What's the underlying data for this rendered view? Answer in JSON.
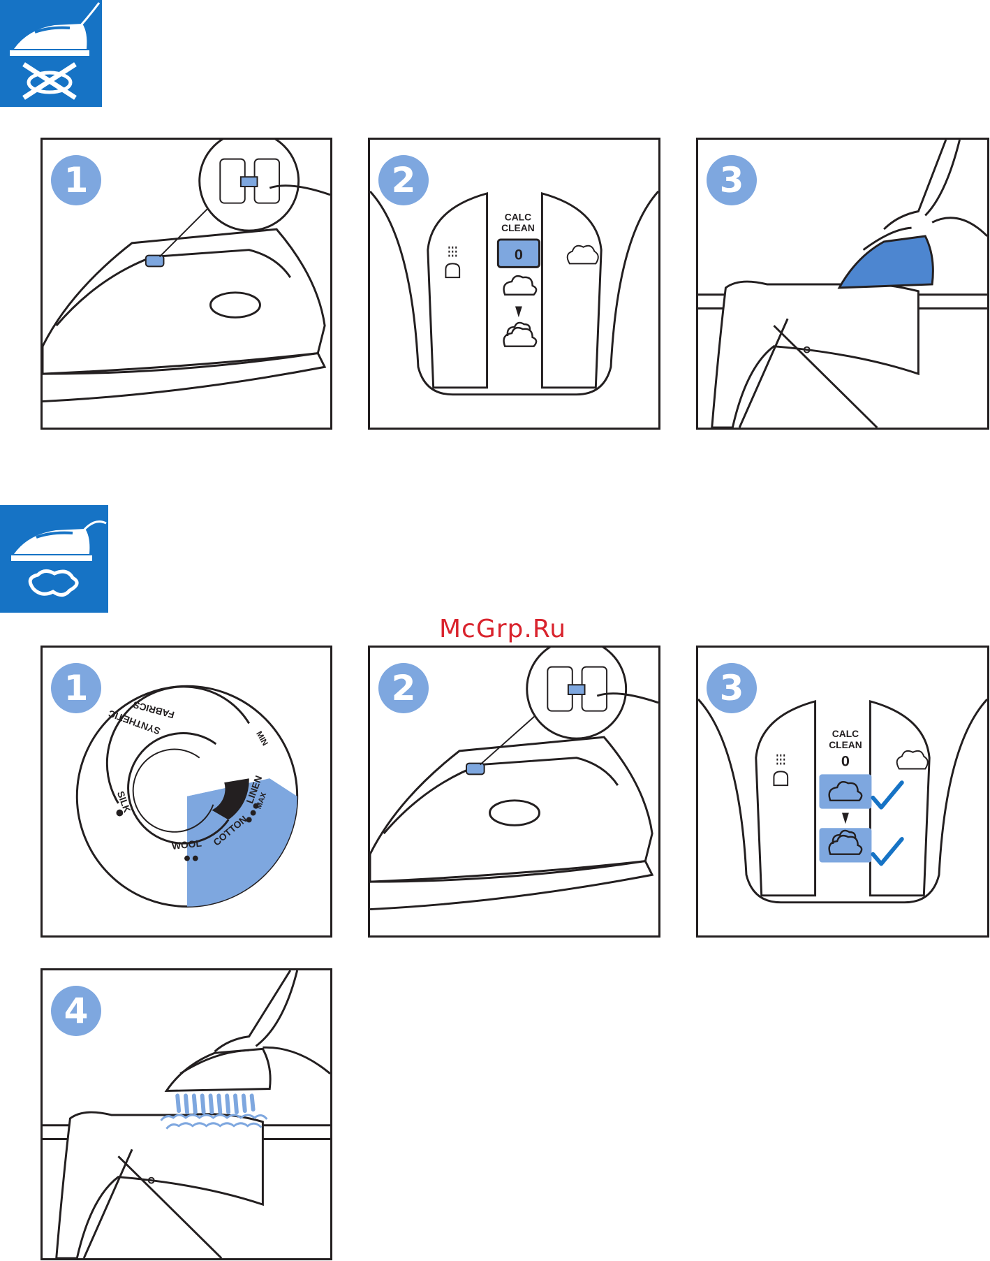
{
  "sections": [
    {
      "icon": "iron-no-steam-icon",
      "steps": [
        {
          "number": "1",
          "illustration": "iron-steam-slider-closeup"
        },
        {
          "number": "2",
          "illustration": "steam-control-panel",
          "panel_text": {
            "calc": "CALC",
            "clean": "CLEAN",
            "zero": "0"
          }
        },
        {
          "number": "3",
          "illustration": "ironing-dry"
        }
      ]
    },
    {
      "icon": "iron-steam-icon",
      "steps": [
        {
          "number": "1",
          "illustration": "temperature-dial",
          "dial_labels": {
            "synthetic": "SYNTHETIC",
            "fabrics": "FABRICS",
            "silk": "SILK",
            "wool": "WOOL",
            "cotton": "COTTON",
            "linen": "LINEN",
            "min": "MIN",
            "max": "MAX"
          }
        },
        {
          "number": "2",
          "illustration": "iron-steam-slider-closeup"
        },
        {
          "number": "3",
          "illustration": "steam-control-panel-check",
          "panel_text": {
            "calc": "CALC",
            "clean": "CLEAN",
            "zero": "0"
          }
        },
        {
          "number": "4",
          "illustration": "ironing-with-steam"
        }
      ]
    }
  ],
  "watermark": "McGrp.Ru",
  "colors": {
    "brand_blue": "#1673c5",
    "accent_blue": "#7ea7df",
    "outline": "#231f20",
    "watermark": "#d9232d"
  }
}
